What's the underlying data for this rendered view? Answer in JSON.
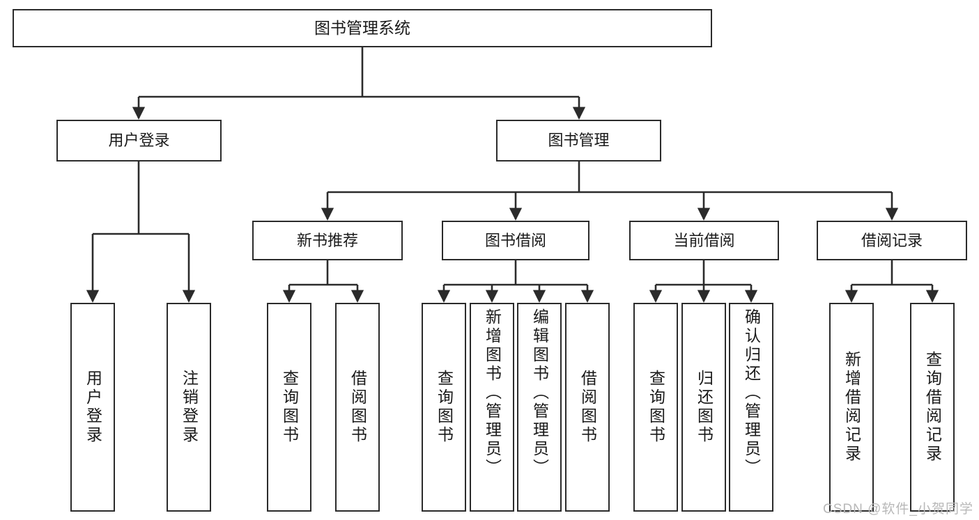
{
  "diagram": {
    "title": "图书管理系统",
    "type": "tree-hierarchy-chart",
    "stroke_color": "#2b2b2b",
    "background_color": "#ffffff",
    "text_color": "#1a1a1a"
  },
  "root": {
    "label": "图书管理系统"
  },
  "level2": [
    {
      "label": "用户登录"
    },
    {
      "label": "图书管理"
    }
  ],
  "level3": [
    {
      "label": "新书推荐"
    },
    {
      "label": "图书借阅"
    },
    {
      "label": "当前借阅"
    },
    {
      "label": "借阅记录"
    }
  ],
  "leaves": {
    "user_login": [
      {
        "label": "用户登录"
      },
      {
        "label": "注销登录"
      }
    ],
    "new_book_recommend": [
      {
        "label": "查询图书"
      },
      {
        "label": "借阅图书"
      }
    ],
    "book_borrow": [
      {
        "label": "查询图书"
      },
      {
        "label": "新增图书（管理员）"
      },
      {
        "label": "编辑图书（管理员）"
      },
      {
        "label": "借阅图书"
      }
    ],
    "current_borrow": [
      {
        "label": "查询图书"
      },
      {
        "label": "归还图书"
      },
      {
        "label": "确认归还（管理员）"
      }
    ],
    "borrow_record": [
      {
        "label": "新增借阅记录"
      },
      {
        "label": "查询借阅记录"
      }
    ]
  },
  "watermark": {
    "text": "CSDN @软件_小贺同学"
  }
}
